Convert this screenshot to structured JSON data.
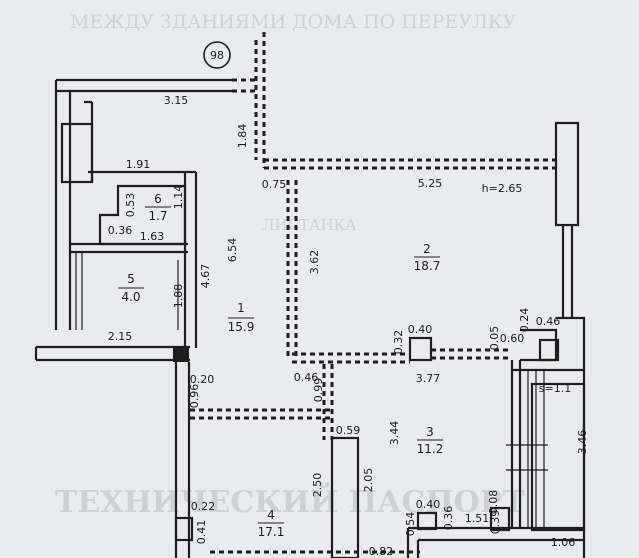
{
  "header": {
    "house_number": "98"
  },
  "rooms": [
    {
      "id": "1",
      "number": "1",
      "area": "15.9"
    },
    {
      "id": "2",
      "number": "2",
      "area": "18.7"
    },
    {
      "id": "3",
      "number": "3",
      "area": "11.2"
    },
    {
      "id": "4",
      "number": "4",
      "area": "17.1"
    },
    {
      "id": "5",
      "number": "5",
      "area": "4.0"
    },
    {
      "id": "6",
      "number": "6",
      "area": "1.7"
    }
  ],
  "dimensions": [
    "3.15",
    "1.84",
    "1.91",
    "0.75",
    "5.25",
    "h=2.65",
    "0.53",
    "1.14",
    "0.36",
    "1.63",
    "6.54",
    "4.67",
    "3.62",
    "1.88",
    "2.15",
    "0.32",
    "0.40",
    "0.05",
    "0.60",
    "0.24",
    "0.46",
    "0.20",
    "0.46",
    "0.99",
    "3.77",
    "s=1.1",
    "0.96",
    "0.59",
    "3.44",
    "3.46",
    "2.50",
    "2.05",
    "0.22",
    "0.41",
    "0.40",
    "0.08",
    "0.39",
    "0.54",
    "0.36",
    "1.51",
    "1.06",
    "0.82"
  ],
  "watermarks": {
    "top": "МЕЖДУ ЗДАНИЯМИ ДОМА ПО ПЕРЕУЛКУ",
    "middle": "ЛИСТАНКА",
    "bottom": "ТЕХНИЧЕСКИЙ ПАСПОРТ"
  }
}
